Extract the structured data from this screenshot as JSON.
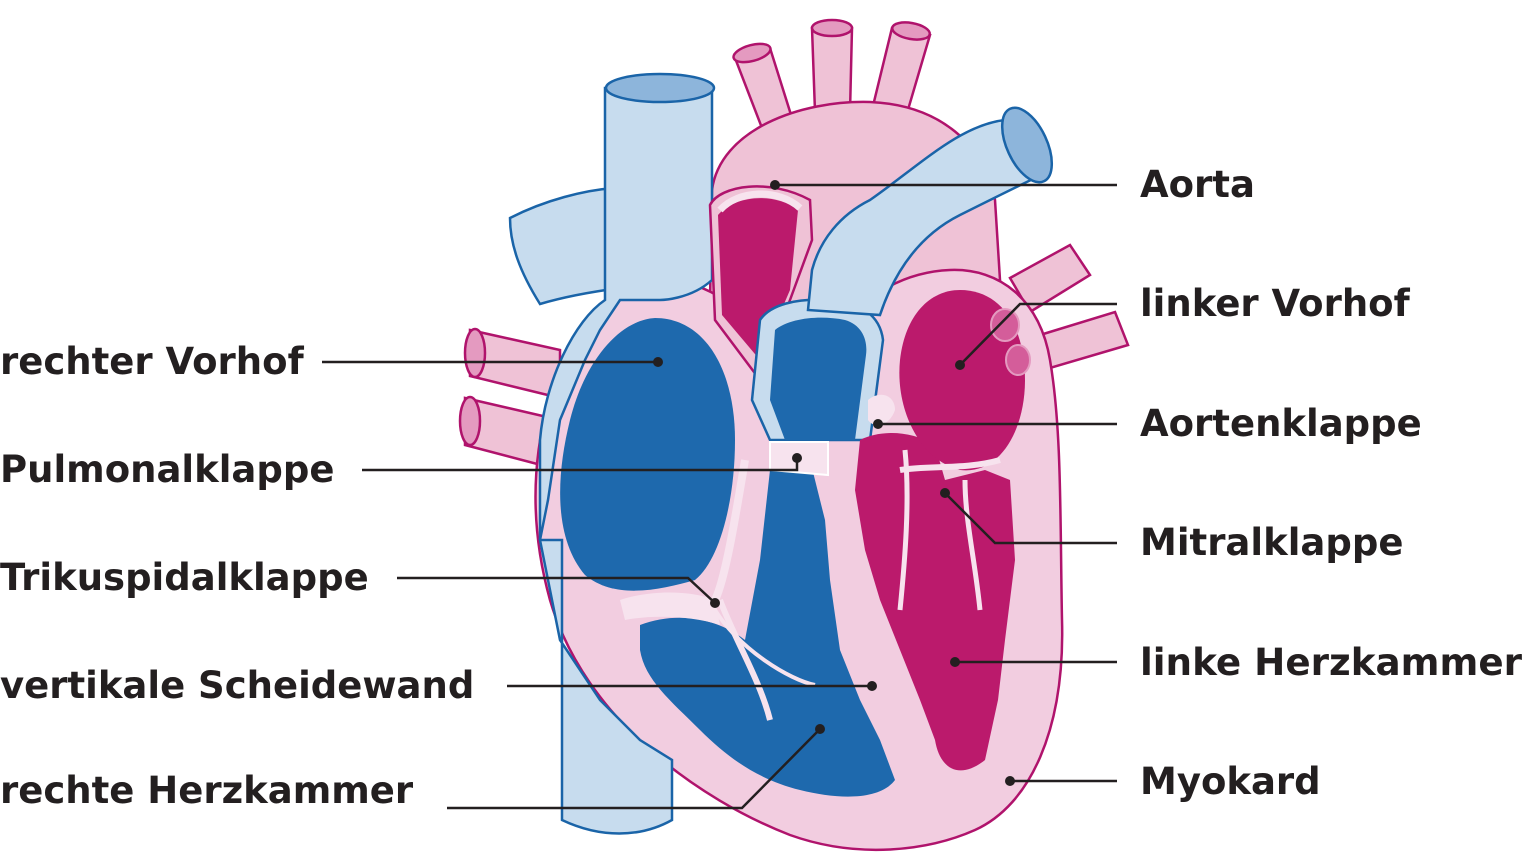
{
  "labels": {
    "aorta": "Aorta",
    "linker_vorhof": "linker Vorhof",
    "aortenklappe": "Aortenklappe",
    "mitralklappe": "Mitralklappe",
    "linke_herzkammer": "linke Herzkammer",
    "myokard": "Myokard",
    "rechter_vorhof": "rechter Vorhof",
    "pulmonalklappe": "Pulmonalklappe",
    "trikuspidalklappe": "Trikuspidalklappe",
    "vertikale_scheidewand": "vertikale Scheidewand",
    "rechte_herzkammer": "rechte Herzkammer"
  },
  "colors": {
    "vein_fill": "#c7dcee",
    "vein_dark": "#8db5db",
    "vein_stroke": "#1a64a8",
    "artery_fill": "#efc2d6",
    "artery_stroke": "#b0136c",
    "myocardium": "#f2cde0",
    "blood_blue": "#1e69ad",
    "blood_red": "#bb1a6c",
    "valve": "#f7e3ee",
    "label_text": "#231f20",
    "leader_line": "#231f20"
  }
}
